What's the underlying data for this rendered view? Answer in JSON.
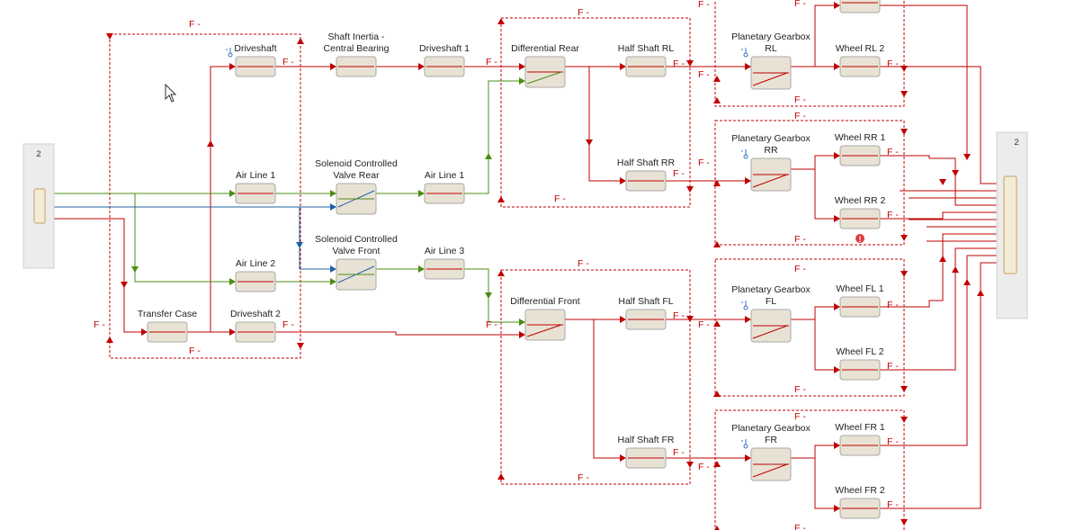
{
  "f_label": "F -",
  "colors": {
    "mech": "#c00000",
    "air": "#4d8c14",
    "signal": "#1f5fa6",
    "block_fill": "#e8e2d4",
    "block_stroke": "#a8a8a8",
    "port_fill": "#f5ecd8",
    "port_stroke": "#c8a060",
    "error": "#e23b3b"
  },
  "ports": [
    {
      "name": "input-port",
      "label": "2"
    },
    {
      "name": "output-port",
      "label": "2"
    }
  ],
  "blocks": [
    {
      "name": "driveshaft",
      "label": [
        "Driveshaft"
      ],
      "icon": "thermo-icon"
    },
    {
      "name": "shaft-inertia",
      "label": [
        "Shaft Inertia -",
        "Central Bearing"
      ]
    },
    {
      "name": "driveshaft-1",
      "label": [
        "Driveshaft 1"
      ]
    },
    {
      "name": "differential-rear",
      "label": [
        "Differential Rear"
      ],
      "style": "diff-green"
    },
    {
      "name": "half-shaft-rl",
      "label": [
        "Half Shaft RL"
      ]
    },
    {
      "name": "half-shaft-rr",
      "label": [
        "Half Shaft RR"
      ]
    },
    {
      "name": "planetary-gearbox-rl",
      "label": [
        "Planetary Gearbox",
        "RL"
      ],
      "icon": "thermo-icon",
      "style": "diff-red"
    },
    {
      "name": "wheel-rl-2",
      "label": [
        "Wheel RL 2"
      ]
    },
    {
      "name": "planetary-gearbox-rr",
      "label": [
        "Planetary Gearbox",
        "RR"
      ],
      "icon": "thermo-icon",
      "style": "diff-red"
    },
    {
      "name": "wheel-rr-1",
      "label": [
        "Wheel RR 1"
      ]
    },
    {
      "name": "wheel-rr-2",
      "label": [
        "Wheel RR 2"
      ],
      "badge": "error-icon"
    },
    {
      "name": "air-line-1a",
      "label": [
        "Air Line 1"
      ]
    },
    {
      "name": "solenoid-valve-rear",
      "label": [
        "Solenoid Controlled",
        "Valve Rear"
      ],
      "style": "valve"
    },
    {
      "name": "air-line-1b",
      "label": [
        "Air Line 1"
      ]
    },
    {
      "name": "air-line-2",
      "label": [
        "Air Line 2"
      ]
    },
    {
      "name": "solenoid-valve-front",
      "label": [
        "Solenoid Controlled",
        "Valve Front"
      ],
      "style": "valve"
    },
    {
      "name": "air-line-3",
      "label": [
        "Air Line 3"
      ]
    },
    {
      "name": "transfer-case",
      "label": [
        "Transfer Case"
      ]
    },
    {
      "name": "driveshaft-2",
      "label": [
        "Driveshaft 2"
      ]
    },
    {
      "name": "differential-front",
      "label": [
        "Differential Front"
      ],
      "style": "diff-red"
    },
    {
      "name": "half-shaft-fl",
      "label": [
        "Half Shaft FL"
      ]
    },
    {
      "name": "half-shaft-fr",
      "label": [
        "Half Shaft FR"
      ]
    },
    {
      "name": "planetary-gearbox-fl",
      "label": [
        "Planetary Gearbox",
        "FL"
      ],
      "icon": "thermo-icon",
      "style": "diff-red"
    },
    {
      "name": "wheel-fl-1",
      "label": [
        "Wheel FL 1"
      ]
    },
    {
      "name": "wheel-fl-2",
      "label": [
        "Wheel FL 2"
      ]
    },
    {
      "name": "planetary-gearbox-fr",
      "label": [
        "Planetary Gearbox",
        "FR"
      ],
      "icon": "thermo-icon",
      "style": "diff-red"
    },
    {
      "name": "wheel-fr-1",
      "label": [
        "Wheel FR 1"
      ]
    },
    {
      "name": "wheel-fr-2",
      "label": [
        "Wheel FR 2"
      ]
    },
    {
      "name": "wheel-rl-1",
      "label": []
    }
  ]
}
